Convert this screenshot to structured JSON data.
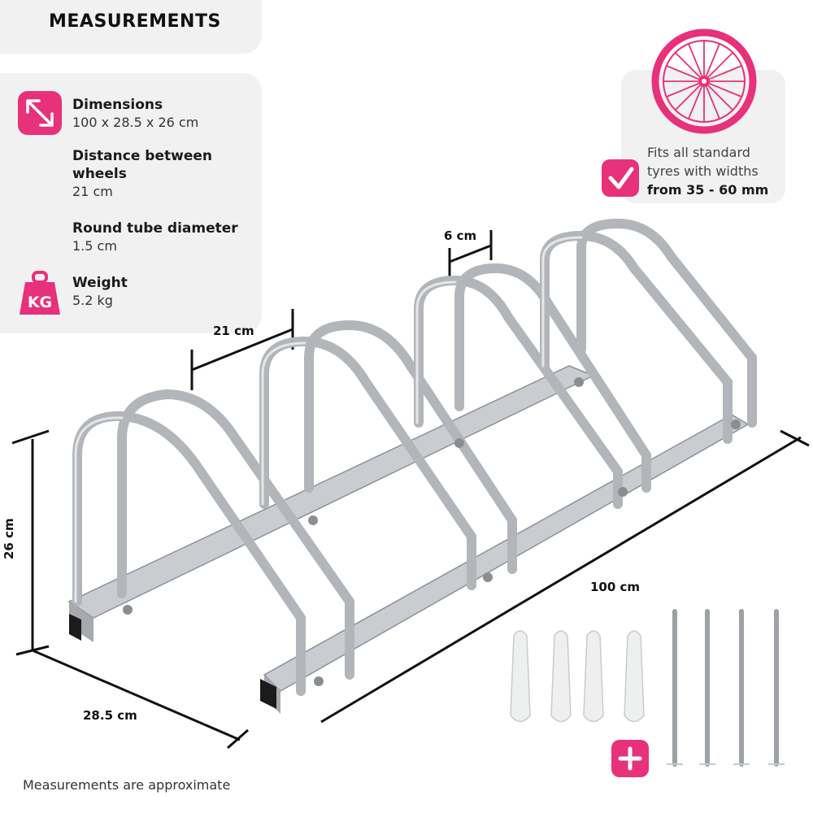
{
  "header": {
    "title": "MEASUREMENTS"
  },
  "specs": [
    {
      "label": "Dimensions",
      "value": "100 x 28.5 x 26 cm"
    },
    {
      "label": "Distance between wheels",
      "value": "21 cm"
    },
    {
      "label": "Round tube diameter",
      "value": "1.5 cm"
    },
    {
      "label": "Weight",
      "value": "5.2 kg"
    }
  ],
  "weight_badge": {
    "text": "KG"
  },
  "tyre_note": {
    "line1": "Fits all standard",
    "line2": "tyres with widths",
    "line3": "from 35 - 60 mm"
  },
  "dimension_labels": {
    "gap": "21 cm",
    "tube": "6 cm",
    "height": "26 cm",
    "depth": "28.5 cm",
    "length": "100 cm"
  },
  "footer": {
    "note": "Measurements are approximate"
  },
  "colors": {
    "accent": "#e8317b",
    "panel": "#f1f1f1",
    "metal": "#b8bcc0"
  },
  "icons": [
    "diagonal-arrows-icon",
    "weight-icon",
    "bicycle-wheel-icon",
    "checkmark-icon",
    "plus-icon"
  ]
}
